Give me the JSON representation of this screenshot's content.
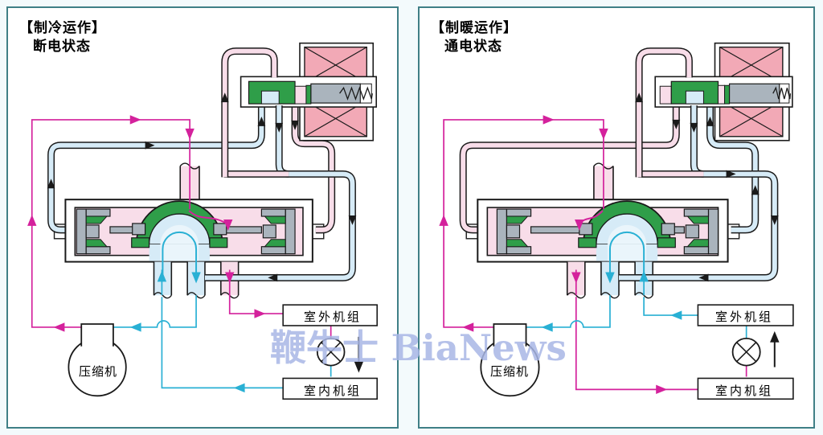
{
  "page": {
    "watermark": "鞭牛士 BiaNews",
    "background": "#f3fafc"
  },
  "colors": {
    "magenta": "#d4219c",
    "cyan": "#29b0d4",
    "pink_tube": "#f8dde9",
    "blue_tube": "#d6ebf7",
    "blue_inner": "#eaf5fb",
    "coil_pink": "#f2a9b6",
    "green": "#2f9e49",
    "gray": "#aab4bd",
    "panel_border": "#3f7f86",
    "watermark_blue": "#a9b7e6",
    "black": "#1a1a1a"
  },
  "panels": [
    {
      "id": "cooling",
      "title_line1": "【制冷运作】",
      "title_line2": "断电状态",
      "mode": "cooling",
      "labels": {
        "compressor": "压缩机",
        "outdoor": "室外机组",
        "indoor": "室内机组"
      },
      "flow": {
        "throttle_arrow": "down",
        "black_arrows": [
          [
            272,
            112,
            "up"
          ],
          [
            318,
            142,
            "up"
          ],
          [
            340,
            150,
            "down"
          ],
          [
            360,
            147,
            "down"
          ],
          [
            54,
            220,
            "up"
          ],
          [
            178,
            172,
            "right"
          ],
          [
            432,
            266,
            "down"
          ],
          [
            332,
            338,
            "left"
          ]
        ],
        "cyan_arrows": [
          [
            193,
            336,
            "up"
          ],
          [
            236,
            338,
            "down"
          ],
          [
            160,
            400,
            "left"
          ],
          [
            290,
            476,
            "left"
          ]
        ],
        "magenta_arrows": [
          [
            64,
            400,
            "left"
          ],
          [
            30,
            266,
            "up"
          ],
          [
            160,
            140,
            "right"
          ],
          [
            228,
            158,
            "down"
          ],
          [
            278,
            338,
            "down"
          ],
          [
            316,
            383,
            "right"
          ],
          [
            276,
            272,
            "down"
          ]
        ]
      }
    },
    {
      "id": "heating",
      "title_line1": "【制暖运作】",
      "title_line2": "通电状态",
      "mode": "heating",
      "labels": {
        "compressor": "压缩机",
        "outdoor": "室外机组",
        "indoor": "室内机组"
      },
      "flow": {
        "throttle_arrow": "up",
        "black_arrows": [
          [
            272,
            112,
            "up"
          ],
          [
            318,
            146,
            "down"
          ],
          [
            340,
            150,
            "down"
          ],
          [
            360,
            142,
            "up"
          ],
          [
            386,
            208,
            "right"
          ],
          [
            416,
            228,
            "up"
          ],
          [
            440,
            266,
            "down"
          ],
          [
            352,
            338,
            "left"
          ]
        ],
        "cyan_arrows": [
          [
            278,
            336,
            "up"
          ],
          [
            236,
            338,
            "down"
          ],
          [
            158,
            400,
            "left"
          ],
          [
            318,
            385,
            "left"
          ]
        ],
        "magenta_arrows": [
          [
            60,
            400,
            "left"
          ],
          [
            30,
            266,
            "up"
          ],
          [
            160,
            140,
            "right"
          ],
          [
            228,
            158,
            "down"
          ],
          [
            194,
            338,
            "down"
          ],
          [
            300,
            478,
            "right"
          ],
          [
            198,
            272,
            "down"
          ]
        ]
      }
    }
  ]
}
